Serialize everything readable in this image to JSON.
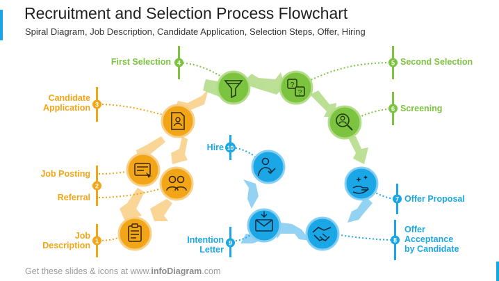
{
  "header": {
    "title": "Recruitment and Selection Process Flowchart",
    "subtitle": "Spiral Diagram, Job Description, Candidate Application, Selection Steps, Offer, Hiring"
  },
  "footer": {
    "prefix": "Get these slides & icons at www.",
    "brand": "infoDiagram",
    "suffix": ".com"
  },
  "colors": {
    "orange": "#f2a516",
    "green": "#7cc33f",
    "blue": "#1ba6e6"
  },
  "steps": [
    {
      "num": "1",
      "label_lines": [
        "Job",
        "Description"
      ],
      "icon": "clipboard-icon",
      "color": "orange"
    },
    {
      "num": "2",
      "label_lines": [
        "Job Posting"
      ],
      "icon": "job-board-icon",
      "color": "orange"
    },
    {
      "num": "2",
      "label_lines": [
        "Referral"
      ],
      "icon": "people-icon",
      "color": "orange"
    },
    {
      "num": "3",
      "label_lines": [
        "Candidate",
        "Application"
      ],
      "icon": "resume-icon",
      "color": "orange"
    },
    {
      "num": "4",
      "label_lines": [
        "First Selection"
      ],
      "icon": "funnel-icon",
      "color": "green"
    },
    {
      "num": "5",
      "label_lines": [
        "Second Selection"
      ],
      "icon": "question-cards-icon",
      "color": "green"
    },
    {
      "num": "6",
      "label_lines": [
        "Screening"
      ],
      "icon": "magnifier-person-icon",
      "color": "green"
    },
    {
      "num": "7",
      "label_lines": [
        "Offer Proposal"
      ],
      "icon": "hand-sparkle-icon",
      "color": "blue"
    },
    {
      "num": "8",
      "label_lines": [
        "Offer",
        "Acceptance",
        "by Candidate"
      ],
      "icon": "handshake-icon",
      "color": "blue"
    },
    {
      "num": "9",
      "label_lines": [
        "Intention",
        "Letter"
      ],
      "icon": "envelope-icon",
      "color": "blue"
    },
    {
      "num": "10",
      "label_lines": [
        "Hire"
      ],
      "icon": "person-check-icon",
      "color": "blue"
    }
  ]
}
